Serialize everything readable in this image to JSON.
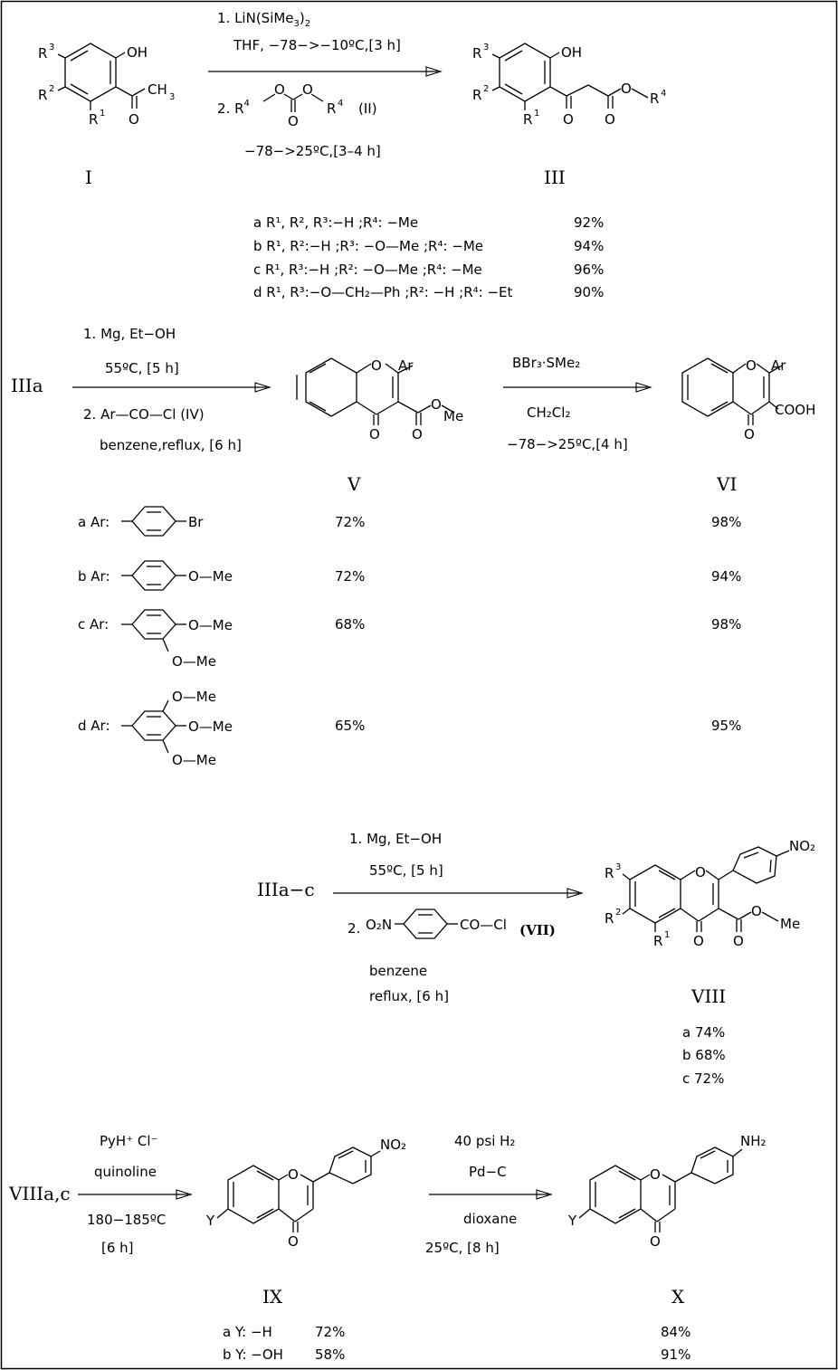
{
  "step1": {
    "reagent_1": "1. LiN(SiMe",
    "reagent_1_sub": "3",
    "reagent_1_end": ")",
    "reagent_1_sub2": "2",
    "conditions_1": "THF,  −78−>−10ºC,[3 h]",
    "reagent_2_prefix": "2.  R",
    "reagent_2_r4": "4",
    "reagent_2_label": "(II)",
    "conditions_2": "−78−>25ºC,[3–4 h]",
    "start_label": "I",
    "product_label": "III",
    "variants": [
      {
        "text": "a R¹, R², R³:−H ;R⁴: −Me",
        "yield": "92%"
      },
      {
        "text": "b R¹, R²:−H ;R³: −O—Me ;R⁴: −Me",
        "yield": "94%"
      },
      {
        "text": "c R¹, R³:−H ;R²: −O—Me ;R⁴: −Me",
        "yield": "96%"
      },
      {
        "text": "d R¹, R³:−O—CH₂—Ph ;R²: −H ;R⁴: −Et",
        "yield": "90%"
      }
    ]
  },
  "step2": {
    "start_label": "IIIa",
    "reagent_1": "1. Mg, Et−OH",
    "conditions_1": "55ºC,  [5 h]",
    "reagent_2": "2. Ar—CO—Cl   (IV)",
    "conditions_2": "benzene,reflux,  [6 h]",
    "reagent_3": "BBr₃·SMe₂",
    "solvent_3": "CH₂Cl₂",
    "conditions_3": "−78−>25ºC,[4 h]",
    "product_V_label": "V",
    "product_VI_label": "VI",
    "cooh": "COOH",
    "aryl_rows": [
      {
        "label": "a Ar:",
        "sub": [
          "Br"
        ],
        "yield_V": "72%",
        "yield_VI": "98%"
      },
      {
        "label": "b Ar:",
        "sub": [
          "O—Me"
        ],
        "yield_V": "72%",
        "yield_VI": "94%"
      },
      {
        "label": "c Ar:",
        "sub": [
          "O—Me",
          "O—Me"
        ],
        "yield_V": "68%",
        "yield_VI": "98%"
      },
      {
        "label": "d Ar:",
        "sub": [
          "O—Me",
          "O—Me",
          "O—Me"
        ],
        "yield_V": "65%",
        "yield_VI": "95%"
      }
    ]
  },
  "step3": {
    "start_label": "IIIa−c",
    "reagent_1": "1. Mg,  Et−OH",
    "conditions_1": "55ºC,  [5 h]",
    "reagent_2_prefix": "2.",
    "reagent_2_nitro": "O₂N",
    "reagent_2_acyl": "CO—Cl",
    "reagent_2_label": "(VII)",
    "solvent": "benzene",
    "conditions_2": "reflux,  [6 h]",
    "product_label": "VIII",
    "nitro": "NO₂",
    "yields": [
      "a 74%",
      "b 68%",
      "c 72%"
    ]
  },
  "step4": {
    "start_label": "VIIIa,c",
    "reagent_1": "PyH⁺ Cl⁻",
    "solvent_1": "quinoline",
    "conditions_1": "180−185ºC",
    "time_1": "[6 h]",
    "reagent_2": "40 psi H₂",
    "catalyst_2": "Pd−C",
    "solvent_2": "dioxane",
    "conditions_2": "25ºC,  [8 h]",
    "product_IX_label": "IX",
    "product_X_label": "X",
    "nitro": "NO₂",
    "amine": "NH₂",
    "rows_IX": [
      {
        "text": "a  Y:  −H",
        "yield": "72%"
      },
      {
        "text": "b  Y:  −OH",
        "yield": "58%"
      }
    ],
    "yields_X": [
      "84%",
      "91%"
    ]
  }
}
